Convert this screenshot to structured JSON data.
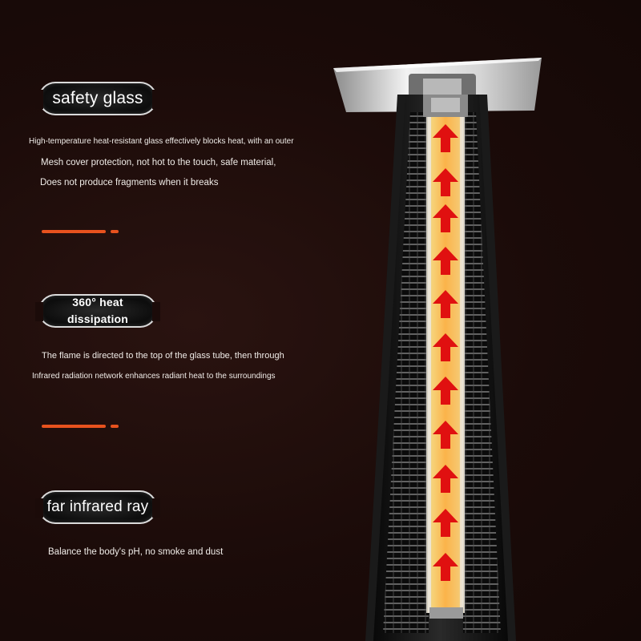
{
  "features": [
    {
      "title": "safety glass",
      "lines": [
        "High-temperature heat-resistant glass effectively blocks heat, with an outer",
        "Mesh cover protection, not hot to the touch, safe material,",
        "Does not produce fragments when it breaks"
      ]
    },
    {
      "title_line1": "360° heat",
      "title_line2": "dissipation",
      "lines": [
        "The flame is directed to the top of the glass tube, then through",
        "Infrared radiation network enhances radiant heat to the surroundings"
      ]
    },
    {
      "title": "far infrared ray",
      "lines": [
        "Balance the body's pH, no smoke and dust"
      ]
    }
  ],
  "colors": {
    "background": "#1b0b09",
    "accent": "#e8521e",
    "flame": "#f7a23a",
    "arrow": "#e01010"
  }
}
